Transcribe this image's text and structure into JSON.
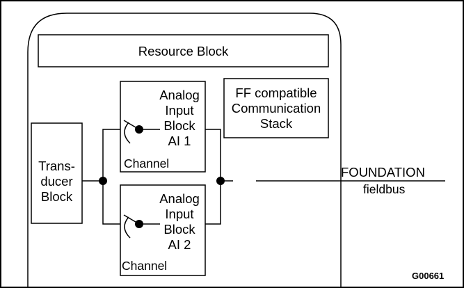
{
  "blocks": {
    "resource": "Resource Block",
    "transducer": [
      "Trans-",
      "ducer",
      "Block"
    ],
    "ai1": [
      "Analog",
      "Input",
      "Block",
      "AI 1"
    ],
    "ai1_channel": "Channel",
    "ai2": [
      "Analog",
      "Input",
      "Block",
      "AI 2"
    ],
    "ai2_channel": "Channel",
    "ff_stack": [
      "FF compatible",
      "Communication",
      "Stack"
    ]
  },
  "bus": {
    "name": "FOUNDATION",
    "sub": "fieldbus"
  },
  "figure_id": "G00661"
}
